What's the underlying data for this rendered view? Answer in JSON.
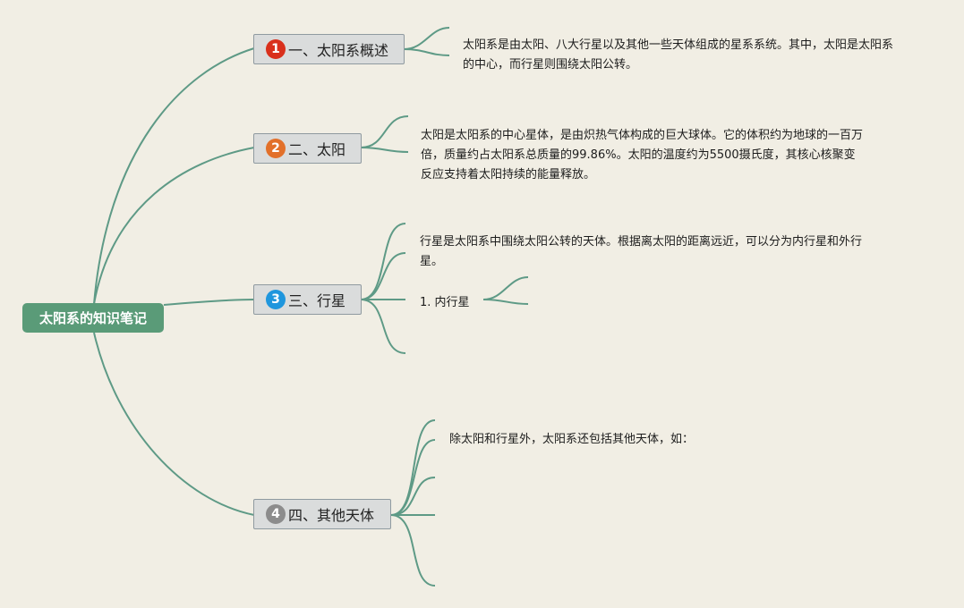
{
  "colors": {
    "background": "#f1eee4",
    "root": "#5a9b78",
    "connector": "#5e9a86",
    "topic_fill": "#dadcdc",
    "topic_border": "#8f9aa0"
  },
  "root": {
    "title": "太阳系的知识笔记"
  },
  "topics": [
    {
      "badge": "1",
      "badge_color": "#d9301c",
      "label": "一、太阳系概述",
      "details": [
        "太阳系是由太阳、八大行星以及其他一些天体组成的星系系统。其中，太阳是太阳系的中心，而行星则围绕太阳公转。"
      ]
    },
    {
      "badge": "2",
      "badge_color": "#e2702a",
      "label": "二、太阳",
      "details": [
        "太阳是太阳系的中心星体，是由炽热气体构成的巨大球体。它的体积约为地球的一百万倍，质量约占太阳系总质量的99.86%。太阳的温度约为5500摄氏度，其核心核聚变反应支持着太阳持续的能量释放。"
      ]
    },
    {
      "badge": "3",
      "badge_color": "#1f96dd",
      "label": "三、行星",
      "details": [
        "行星是太阳系中围绕太阳公转的天体。根据离太阳的距离远近，可以分为内行星和外行星。"
      ],
      "subtopic": "1. 内行星"
    },
    {
      "badge": "4",
      "badge_color": "#8c8c8c",
      "label": "四、其他天体",
      "details": [
        "除太阳和行星外，太阳系还包括其他天体，如："
      ]
    }
  ]
}
